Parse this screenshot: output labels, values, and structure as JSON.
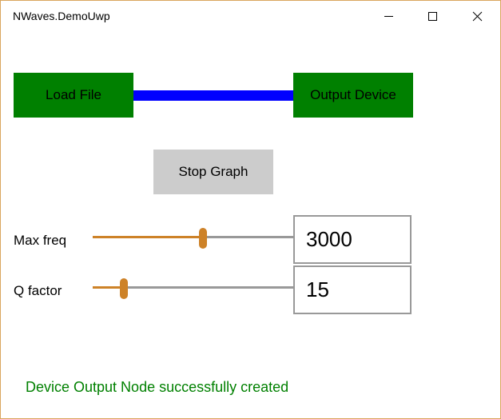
{
  "window": {
    "title": "NWaves.DemoUwp",
    "border_color": "#d9a55e"
  },
  "caption_buttons": {
    "minimize": "minimize-icon",
    "maximize": "maximize-icon",
    "close": "close-icon"
  },
  "graph": {
    "source_node_label": "Load File",
    "output_node_label": "Output Device",
    "node_color": "#008000",
    "connector_color": "#0000ff"
  },
  "controls": {
    "stop_button_label": "Stop Graph",
    "max_freq": {
      "label": "Max freq",
      "value": "3000",
      "slider_position_fraction": 0.55
    },
    "q_factor": {
      "label": "Q factor",
      "value": "15",
      "slider_position_fraction": 0.155
    },
    "slider_accent_color": "#cd8228"
  },
  "status": {
    "message": "Device Output Node successfully created",
    "color": "#008000"
  }
}
